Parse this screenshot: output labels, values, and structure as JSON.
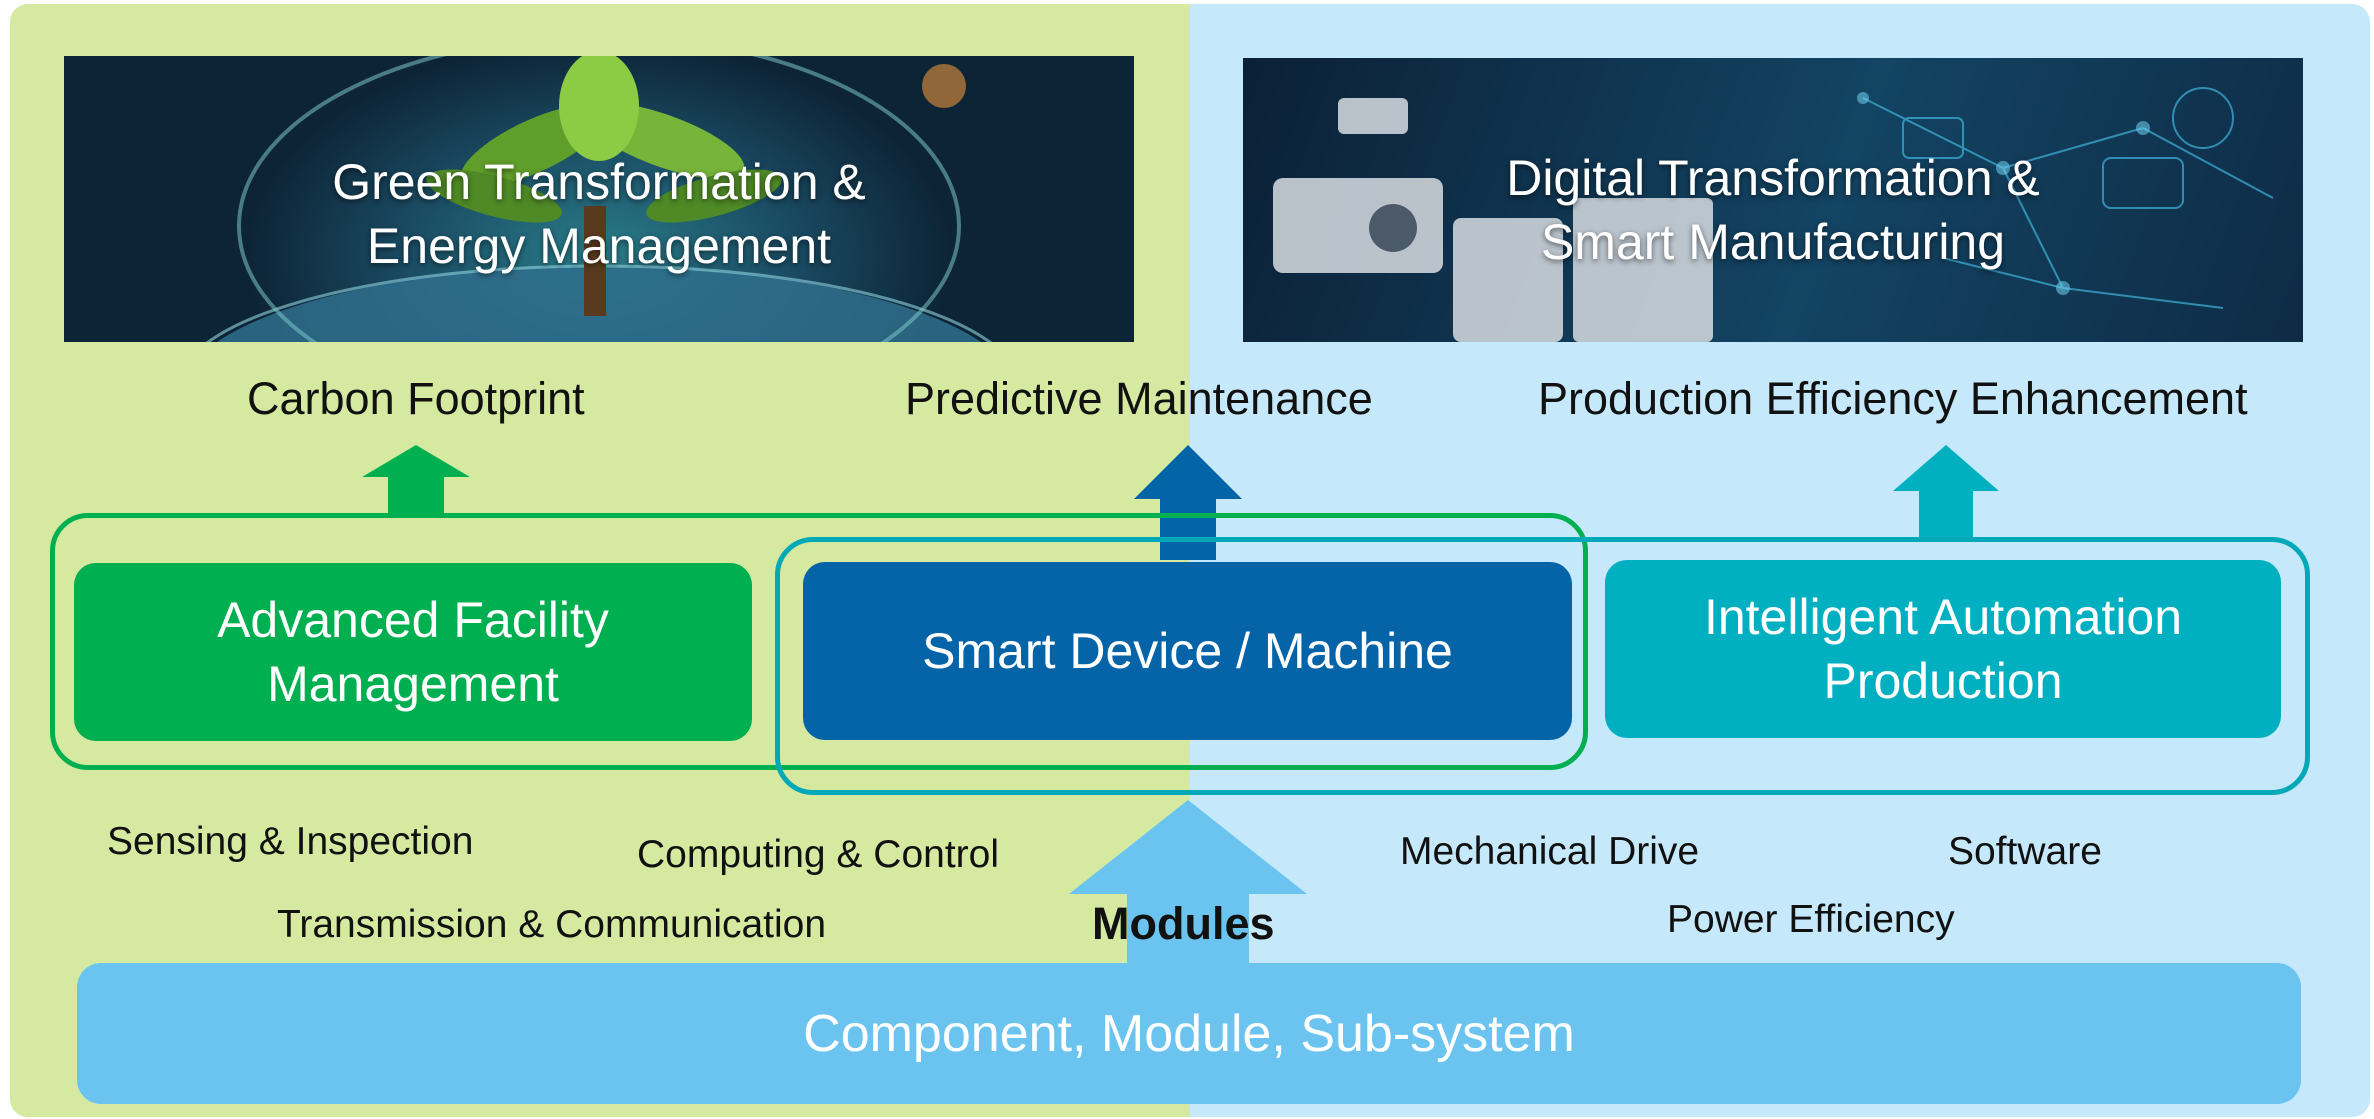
{
  "colors": {
    "left_panel": "#d5e9a0",
    "right_panel": "#c5e9fb",
    "green": "#00b050",
    "blue": "#0563a8",
    "teal": "#00b0c0",
    "light_blue": "#6bc4ef"
  },
  "banners": {
    "left": {
      "title": "Green Transformation &\nEnergy Management"
    },
    "right": {
      "title": "Digital Transformation &\nSmart Manufacturing"
    }
  },
  "outcomes": {
    "carbon": "Carbon Footprint",
    "predictive": "Predictive Maintenance",
    "efficiency": "Production Efficiency Enhancement"
  },
  "boxes": {
    "facility": "Advanced Facility\nManagement",
    "device": "Smart Device / Machine",
    "automation": "Intelligent Automation\nProduction"
  },
  "modules": {
    "sensing": "Sensing & Inspection",
    "computing": "Computing & Control",
    "transmission": "Transmission & Communication",
    "label": "Modules",
    "mechanical": "Mechanical Drive",
    "software": "Software",
    "power": "Power Efficiency"
  },
  "foundation": "Component, Module, Sub-system"
}
